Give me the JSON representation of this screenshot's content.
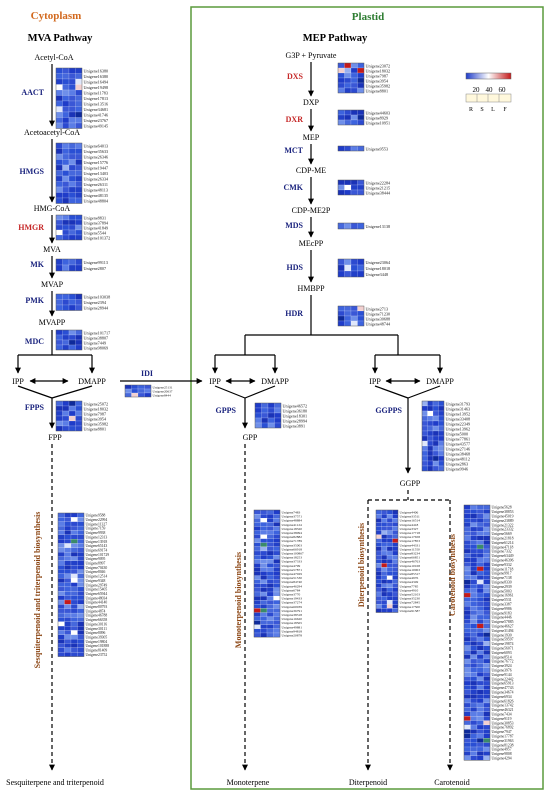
{
  "regions": {
    "cytoplasm": "Cytoplasm",
    "plastid": "Plastid"
  },
  "pathways": {
    "mva": "MVA Pathway",
    "mep": "MEP Pathway"
  },
  "colors": {
    "cytoplasm_title": "#d2691e",
    "plastid_title": "#2e7d32",
    "plastid_border": "#5a9a3c",
    "enzyme": "#1a237e",
    "enzyme_red": "#c62828",
    "bio_label": "#8b4513"
  },
  "mva_metabolites": [
    "Acetyl-CoA",
    "Acetoacetyl-CoA",
    "HMG-CoA",
    "MVA",
    "MVAP",
    "MVAPP"
  ],
  "mva_enzymes": [
    {
      "label": "AACT",
      "red": false
    },
    {
      "label": "HMGS",
      "red": false
    },
    {
      "label": "HMGR",
      "red": true
    },
    {
      "label": "MK",
      "red": false
    },
    {
      "label": "PMK",
      "red": false
    },
    {
      "label": "MDC",
      "red": false
    }
  ],
  "mep_metabolites": [
    "G3P + Pyruvate",
    "DXP",
    "MEP",
    "CDP-ME",
    "CDP-ME2P",
    "MEcPP",
    "HMBPP"
  ],
  "mep_enzymes": [
    {
      "label": "DXS",
      "red": true
    },
    {
      "label": "DXR",
      "red": true
    },
    {
      "label": "MCT",
      "red": false
    },
    {
      "label": "CMK",
      "red": false
    },
    {
      "label": "MDS",
      "red": false
    },
    {
      "label": "HDS",
      "red": false
    },
    {
      "label": "HDR",
      "red": false
    }
  ],
  "branches": {
    "ipp": "IPP",
    "dmapp": "DMAPP",
    "idi": "IDI",
    "fpps": "FPPS",
    "fpp": "FPP",
    "gpps": "GPPS",
    "gpp": "GPP",
    "ggpps": "GGPPS",
    "ggpp": "GGPP"
  },
  "biosynthesis": {
    "sesqui": "Sesquiterpenoid and triterpenoid biosynthesis",
    "mono": "Monoterpenoid biosynthesis",
    "diter": "Diterpenoid biosynthesis",
    "carot": "Carotenoid biosynthesis"
  },
  "products": {
    "sesqui": "Sesquiterpene and triterpenoid",
    "mono": "Monoterpene",
    "diter": "Diterpenoid",
    "carot": "Carotenoid"
  },
  "legend": {
    "ticks": [
      "20",
      "40",
      "60"
    ],
    "columns": [
      "R",
      "S",
      "L",
      "F"
    ]
  },
  "heatmaps": {
    "aact": [
      "Unigene16380",
      "Unigene16380",
      "Unigene16494",
      "Unigene19498",
      "Unigene11783",
      "Unigene17813",
      "Unigene13516",
      "Unigene34681",
      "Unigene41746",
      "Unigene23767",
      "Unigene49145"
    ],
    "hmgs": [
      "Unigene64013",
      "Unigene35633",
      "Unigene26346",
      "Unigene15776",
      "Unigene19447",
      "Unigene13403",
      "Unigene26334",
      "Unigene26311",
      "Unigene48113",
      "Unigene48135",
      "Unigene48804"
    ],
    "hmgr": [
      "Unigene8831",
      "Unigene37894",
      "Unigene41849",
      "Unigene5544",
      "Unigene101372"
    ],
    "mk": [
      "Unigene99113",
      "Unigene2807"
    ],
    "pmk": [
      "Unigene103038",
      "Unigene2394",
      "Unigene28944"
    ],
    "mdc": [
      "Unigene101717",
      "Unigene38807",
      "Unigene7449",
      "Unigene98069"
    ],
    "idi": [
      "Unigene25131",
      "Unigene20637",
      "Unigene8444"
    ],
    "fpps": [
      "Unigene25072",
      "Unigene18032",
      "Unigene7987",
      "Unigene3954",
      "Unigene35982",
      "Unigene8801"
    ],
    "dxs": [
      "Unigene23072",
      "Unigene18032",
      "Unigene7987",
      "Unigene3954",
      "Unigene35982",
      "Unigene8801"
    ],
    "dxr": [
      "Unigene44603",
      "Unigene8929",
      "Unigene10951"
    ],
    "mct": [
      "Unigene9553"
    ],
    "cmk": [
      "Unigene22284",
      "Unigene21215",
      "Unigene38444"
    ],
    "mds": [
      "Unigene13138"
    ],
    "hds": [
      "Unigene23064",
      "Unigene18018",
      "Unigene3448"
    ],
    "hdr": [
      "Unigene2713",
      "Unigene71230",
      "Unigene30688",
      "Unigene48744"
    ],
    "gpps": [
      "Unigene46572",
      "Unigene36180",
      "Unigene18301",
      "Unigene28994",
      "Unigene3891"
    ],
    "ggpps": [
      "Unigene31793",
      "Unigene31463",
      "Unigene13952",
      "Unigene33408",
      "Unigene22349",
      "Unigene13962",
      "Unigene5000",
      "Unigene77861",
      "Unigene43577",
      "Unigene27146",
      "Unigene38468",
      "Unigene48112",
      "Unigene2863",
      "Unigene9946"
    ],
    "sesqui": [
      "Unigene9588",
      "Unigene22994",
      "Unigene11327",
      "Unigene7159",
      "Unigene9938",
      "Unigene12313",
      "Unigene13918",
      "Unigene65143",
      "Unigene69174",
      "Unigene101729",
      "Unigene9095",
      "Unigene8997",
      "Unigene70430",
      "Unigene8046",
      "Unigene12514",
      "Unigene9348",
      "Unigene29749",
      "Unigene15405",
      "Unigene65944",
      "Unigene48034",
      "Unigene44140",
      "Unigene80793",
      "Unigene4874",
      "Unigene46788",
      "Unigene66358",
      "Unigene30116",
      "Unigene30111",
      "Unigene8096",
      "Unigene39305",
      "Unigene19804",
      "Unigene101888",
      "Unigene81409",
      "Unigene23752"
    ],
    "mono": [
      "Unigene7483",
      "Unigene37571",
      "Unigene48884",
      "Unigene41124",
      "Unigene18320",
      "Unigene38094",
      "Unigene82882",
      "Unigene71789",
      "Unigene35003",
      "Unigene66918",
      "Unigene100867",
      "Unigene18253",
      "Unigene37333",
      "Unigene4799",
      "Unigene57871",
      "Unigene47029",
      "Unigene51530",
      "Unigene84740",
      "Unigene46294",
      "Unigene6784",
      "Unigene3770",
      "Unigene19433",
      "Unigene37274",
      "Unigene60039",
      "Unigene36791",
      "Unigene38318",
      "Unigene16620",
      "Unigene18565",
      "Unigene49881",
      "Unigene94818",
      "Unigene20878"
    ],
    "diter": [
      "Unigene4406",
      "Unigene33511",
      "Unigene16514",
      "Unigene4418",
      "Unigene3327",
      "Unigene17718",
      "Unigene17658",
      "Unigene17853",
      "Unigene44331",
      "Unigene11550",
      "Unigene83234",
      "Unigene66851",
      "Unigene46763",
      "Unigene10168",
      "Unigene10063",
      "Unigene85317",
      "Unigene4976",
      "Unigene4349",
      "Unigene7785",
      "Unigene4910",
      "Unigene52103",
      "Unigene35230",
      "Unigene72845",
      "Unigene17500",
      "Unigene91587"
    ],
    "carot": [
      "Unigene5628",
      "Unigene38853",
      "Unigene45019",
      "Unigene23889",
      "Unigene21322",
      "Unigene23332",
      "Unigene5669",
      "Unigene21818",
      "Unigene61214",
      "Unigene47118",
      "Unigene7332",
      "Unigene63449",
      "Unigene46396",
      "Unigene9332",
      "Unigene11718",
      "Unigene9917",
      "Unigene7138",
      "Unigene8330",
      "Unigene2939",
      "Unigene5003",
      "Unigene16961",
      "Unigene5531",
      "Unigene3387",
      "Unigene9986",
      "Unigene9183",
      "Unigene4446",
      "Unigene57885",
      "Unigene46627",
      "Unigene31494",
      "Unigene1930",
      "Unigene59597",
      "Unigene19874",
      "Unigene56071",
      "Unigene6093",
      "Unigene8514",
      "Unigene76772",
      "Unigene3924",
      "Unigene3976",
      "Unigene9144",
      "Unigene22442",
      "Unigene65913",
      "Unigene47743",
      "Unigene34674",
      "Unigene6934",
      "Unigene61826",
      "Unigene13742",
      "Unigene46321",
      "Unigene7434",
      "Unigene9119",
      "Unigene30853",
      "Unigene76892",
      "Unigene7947",
      "Unigene17787",
      "Unigene31963",
      "Unigene81238",
      "Unigene4957",
      "Unigene9808",
      "Unigene4294"
    ]
  }
}
